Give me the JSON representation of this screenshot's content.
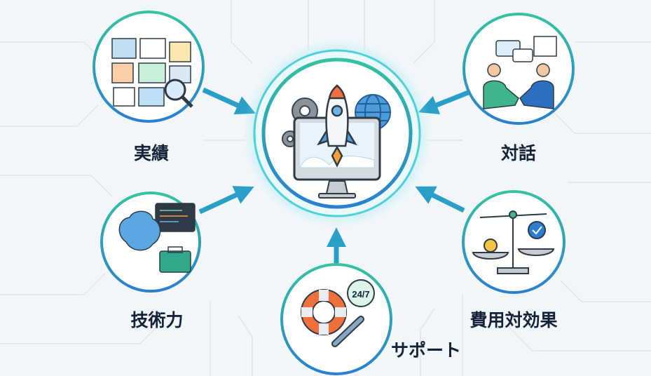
{
  "center": {
    "name": "launch-monitor"
  },
  "nodes": [
    {
      "id": "track-record",
      "label": "実績"
    },
    {
      "id": "dialogue",
      "label": "対話"
    },
    {
      "id": "technical-skill",
      "label": "技術力"
    },
    {
      "id": "cost-effectiveness",
      "label": "費用対効果"
    },
    {
      "id": "support",
      "label": "サポート",
      "badge": "24/7"
    }
  ],
  "colors": {
    "teal": "#2fb8a6",
    "blue": "#2a7fd0",
    "text": "#14233a",
    "orange": "#f0703c"
  }
}
